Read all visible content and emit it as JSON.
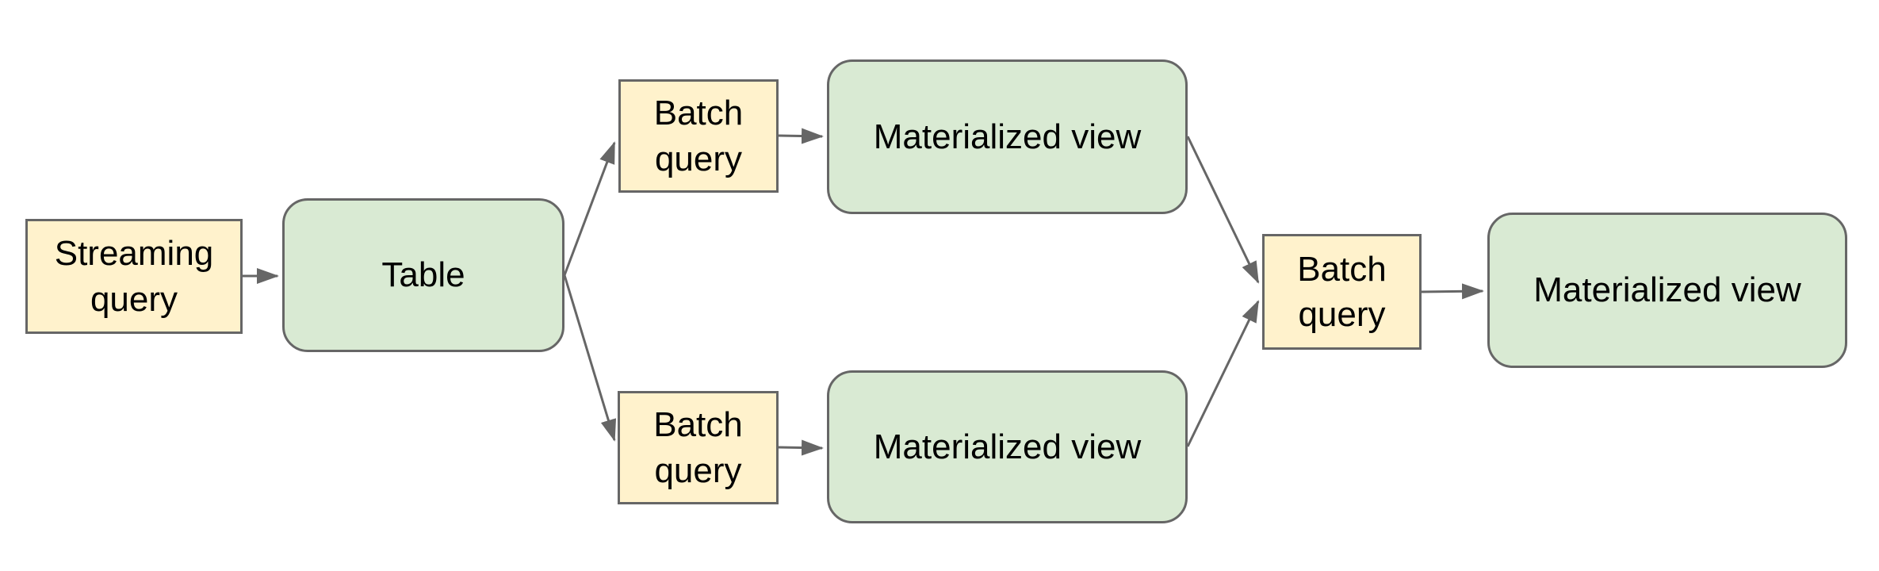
{
  "diagram": {
    "background_color": "#ffffff",
    "colors": {
      "query_box_fill": "#fff2cc",
      "entity_box_fill": "#d9ead3",
      "box_border": "#666666",
      "connector": "#666666",
      "text": "#000000"
    },
    "nodes": {
      "streaming_query": {
        "label": "Streaming query",
        "shape": "rectangle",
        "fill": "#fff2cc"
      },
      "table": {
        "label": "Table",
        "shape": "rounded-rectangle",
        "fill": "#d9ead3"
      },
      "batch_query_top": {
        "label": "Batch query",
        "shape": "rectangle",
        "fill": "#fff2cc"
      },
      "materialized_view_top": {
        "label": "Materialized view",
        "shape": "rounded-rectangle",
        "fill": "#d9ead3"
      },
      "batch_query_bottom": {
        "label": "Batch query",
        "shape": "rectangle",
        "fill": "#fff2cc"
      },
      "materialized_view_bottom": {
        "label": "Materialized view",
        "shape": "rounded-rectangle",
        "fill": "#d9ead3"
      },
      "batch_query_right": {
        "label": "Batch query",
        "shape": "rectangle",
        "fill": "#fff2cc"
      },
      "materialized_view_right": {
        "label": "Materialized view",
        "shape": "rounded-rectangle",
        "fill": "#d9ead3"
      }
    },
    "edges": [
      {
        "from": "streaming_query",
        "to": "table"
      },
      {
        "from": "table",
        "to": "batch_query_top"
      },
      {
        "from": "table",
        "to": "batch_query_bottom"
      },
      {
        "from": "batch_query_top",
        "to": "materialized_view_top"
      },
      {
        "from": "batch_query_bottom",
        "to": "materialized_view_bottom"
      },
      {
        "from": "materialized_view_top",
        "to": "batch_query_right"
      },
      {
        "from": "materialized_view_bottom",
        "to": "batch_query_right"
      },
      {
        "from": "batch_query_right",
        "to": "materialized_view_right"
      }
    ]
  }
}
